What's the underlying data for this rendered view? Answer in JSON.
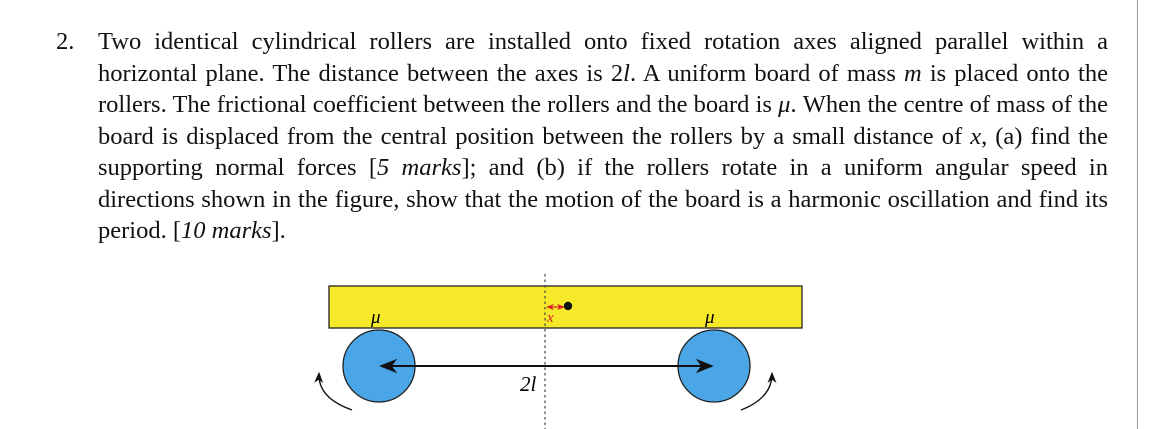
{
  "question": {
    "number": "2.",
    "segments": [
      {
        "text": "Two identical cylindrical rollers are installed onto fixed rotation axes aligned parallel within a horizontal plane. The distance between the axes is 2",
        "italic": false
      },
      {
        "text": "l",
        "italic": true
      },
      {
        "text": ". A uniform board of mass ",
        "italic": false
      },
      {
        "text": "m",
        "italic": true
      },
      {
        "text": " is placed onto the rollers. The frictional coefficient between the rollers and the board is ",
        "italic": false
      },
      {
        "text": "μ",
        "italic": true
      },
      {
        "text": ". When the centre of mass of the board is displaced from the central position between the rollers by a small distance of ",
        "italic": false
      },
      {
        "text": "x",
        "italic": true
      },
      {
        "text": ", (a) find the supporting normal forces [",
        "italic": false
      },
      {
        "text": "5 marks",
        "italic": true
      },
      {
        "text": "]; and (b) if the rollers rotate in a uniform angular speed in directions shown in the figure, show that the motion of the board is a harmonic oscillation and find its period.   [",
        "italic": false
      },
      {
        "text": "10 marks",
        "italic": true
      },
      {
        "text": "].",
        "italic": false
      }
    ]
  },
  "figure": {
    "mu_left": "μ",
    "mu_right": "μ",
    "x_label": "x",
    "distance_label": "2l",
    "colors": {
      "board": "#f5e92a",
      "roller": "#4aa6e6",
      "outline": "#222222",
      "displacement": "#d62222",
      "centre_of_mass": "#111111"
    }
  }
}
